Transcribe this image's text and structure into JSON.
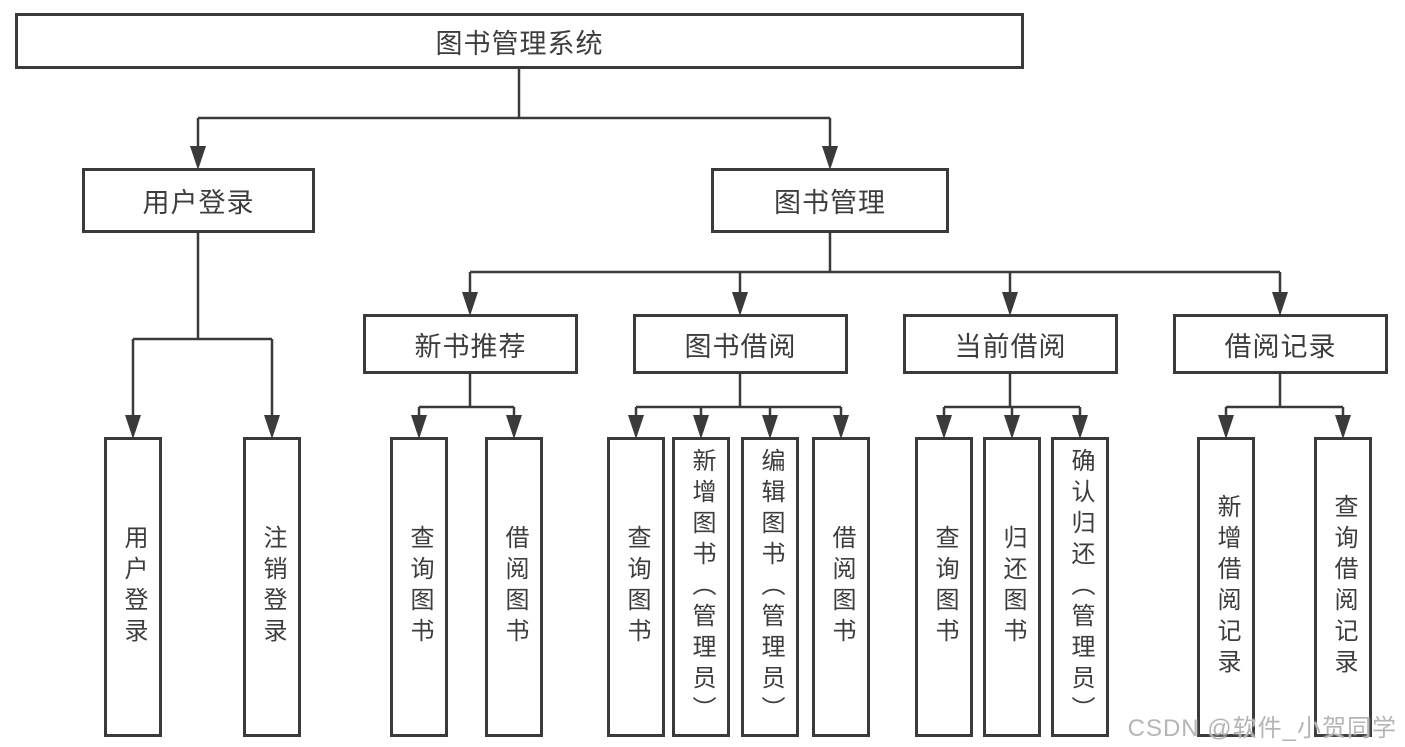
{
  "diagram": {
    "root": {
      "label": "图书管理系统"
    },
    "branches": [
      {
        "label": "用户登录",
        "leaves": [
          "用户登录",
          "注销登录"
        ]
      },
      {
        "label": "图书管理",
        "groups": [
          {
            "label": "新书推荐",
            "leaves": [
              "查询图书",
              "借阅图书"
            ]
          },
          {
            "label": "图书借阅",
            "leaves": [
              "查询图书",
              "新增图书（管理员）",
              "编辑图书（管理员）",
              "借阅图书"
            ]
          },
          {
            "label": "当前借阅",
            "leaves": [
              "查询图书",
              "归还图书",
              "确认归还（管理员）"
            ]
          },
          {
            "label": "借阅记录",
            "leaves": [
              "新增借阅记录",
              "查询借阅记录"
            ]
          }
        ]
      }
    ]
  },
  "watermark": {
    "text": "CSDN @软件_小贺同学"
  },
  "colors": {
    "line": "#3a3a3a",
    "box_border": "#3a3a3a",
    "text": "#3d3d3d",
    "background": "#ffffff",
    "watermark": "#b5b5b5"
  }
}
